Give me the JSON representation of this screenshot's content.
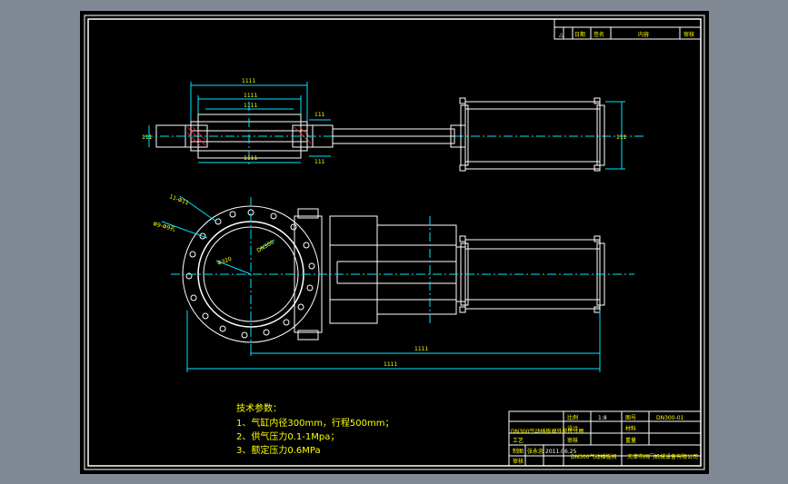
{
  "revision_block": {
    "col_symbol": "△",
    "col_date": "日期",
    "col_sign": "签名",
    "col_content": "内容",
    "col_approve": "审核"
  },
  "dimensions": {
    "top_width_outer": "1111",
    "top_width_inner": "1111",
    "top_width_mid": "1111",
    "top_width_bottom": "1111",
    "left_height": "111",
    "cyl_height": "111",
    "small_a": "111",
    "small_b": "111",
    "leader_flange": "11-Φ11",
    "leader_bolt": "Φ9-Φ9孔",
    "dn_label": "DN300",
    "inner_dia": "Φ320",
    "bottom_len_inner": "1111",
    "bottom_len_outer": "1111"
  },
  "notes": {
    "title": "技术参数：",
    "items": [
      "1、气缸内径300mm，行程500mm；",
      "2、供气压力0.1-1Mpa；",
      "3、额定压力0.6MPa"
    ]
  },
  "title_block": {
    "drawing_name": "DN300气动插板阀外型尺寸图",
    "scale_label": "比例",
    "scale_value": "1:8",
    "sheet_label": "图号",
    "sheet_value": "DN300-01",
    "design_label": "设计",
    "check_label": "审核",
    "process_label": "工艺",
    "mat_label": "材料",
    "weight_label": "重量",
    "draw_label": "制图",
    "drawer": "张永忠",
    "date": "2011.06.25",
    "approve_label": "审核",
    "product": "DN300气动插板阀",
    "company": "天津市阀门机械设备有限公司"
  }
}
